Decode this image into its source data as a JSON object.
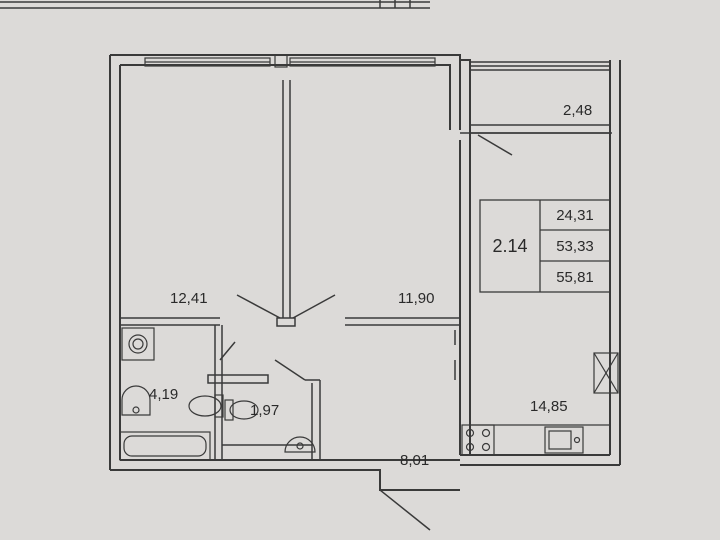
{
  "apartment": {
    "code": "2.14",
    "areas": [
      "24,31",
      "53,33",
      "55,81"
    ]
  },
  "rooms": {
    "room_left": "12,41",
    "room_right": "11,90",
    "balcony": "2,48",
    "kitchen": "14,85",
    "bathroom": "4,19",
    "toilet": "1,97",
    "hall": "8,01"
  },
  "colors": {
    "paper": "#dcdad8",
    "line": "#3a3a3a",
    "wall_fill": "#cfcdcb"
  }
}
